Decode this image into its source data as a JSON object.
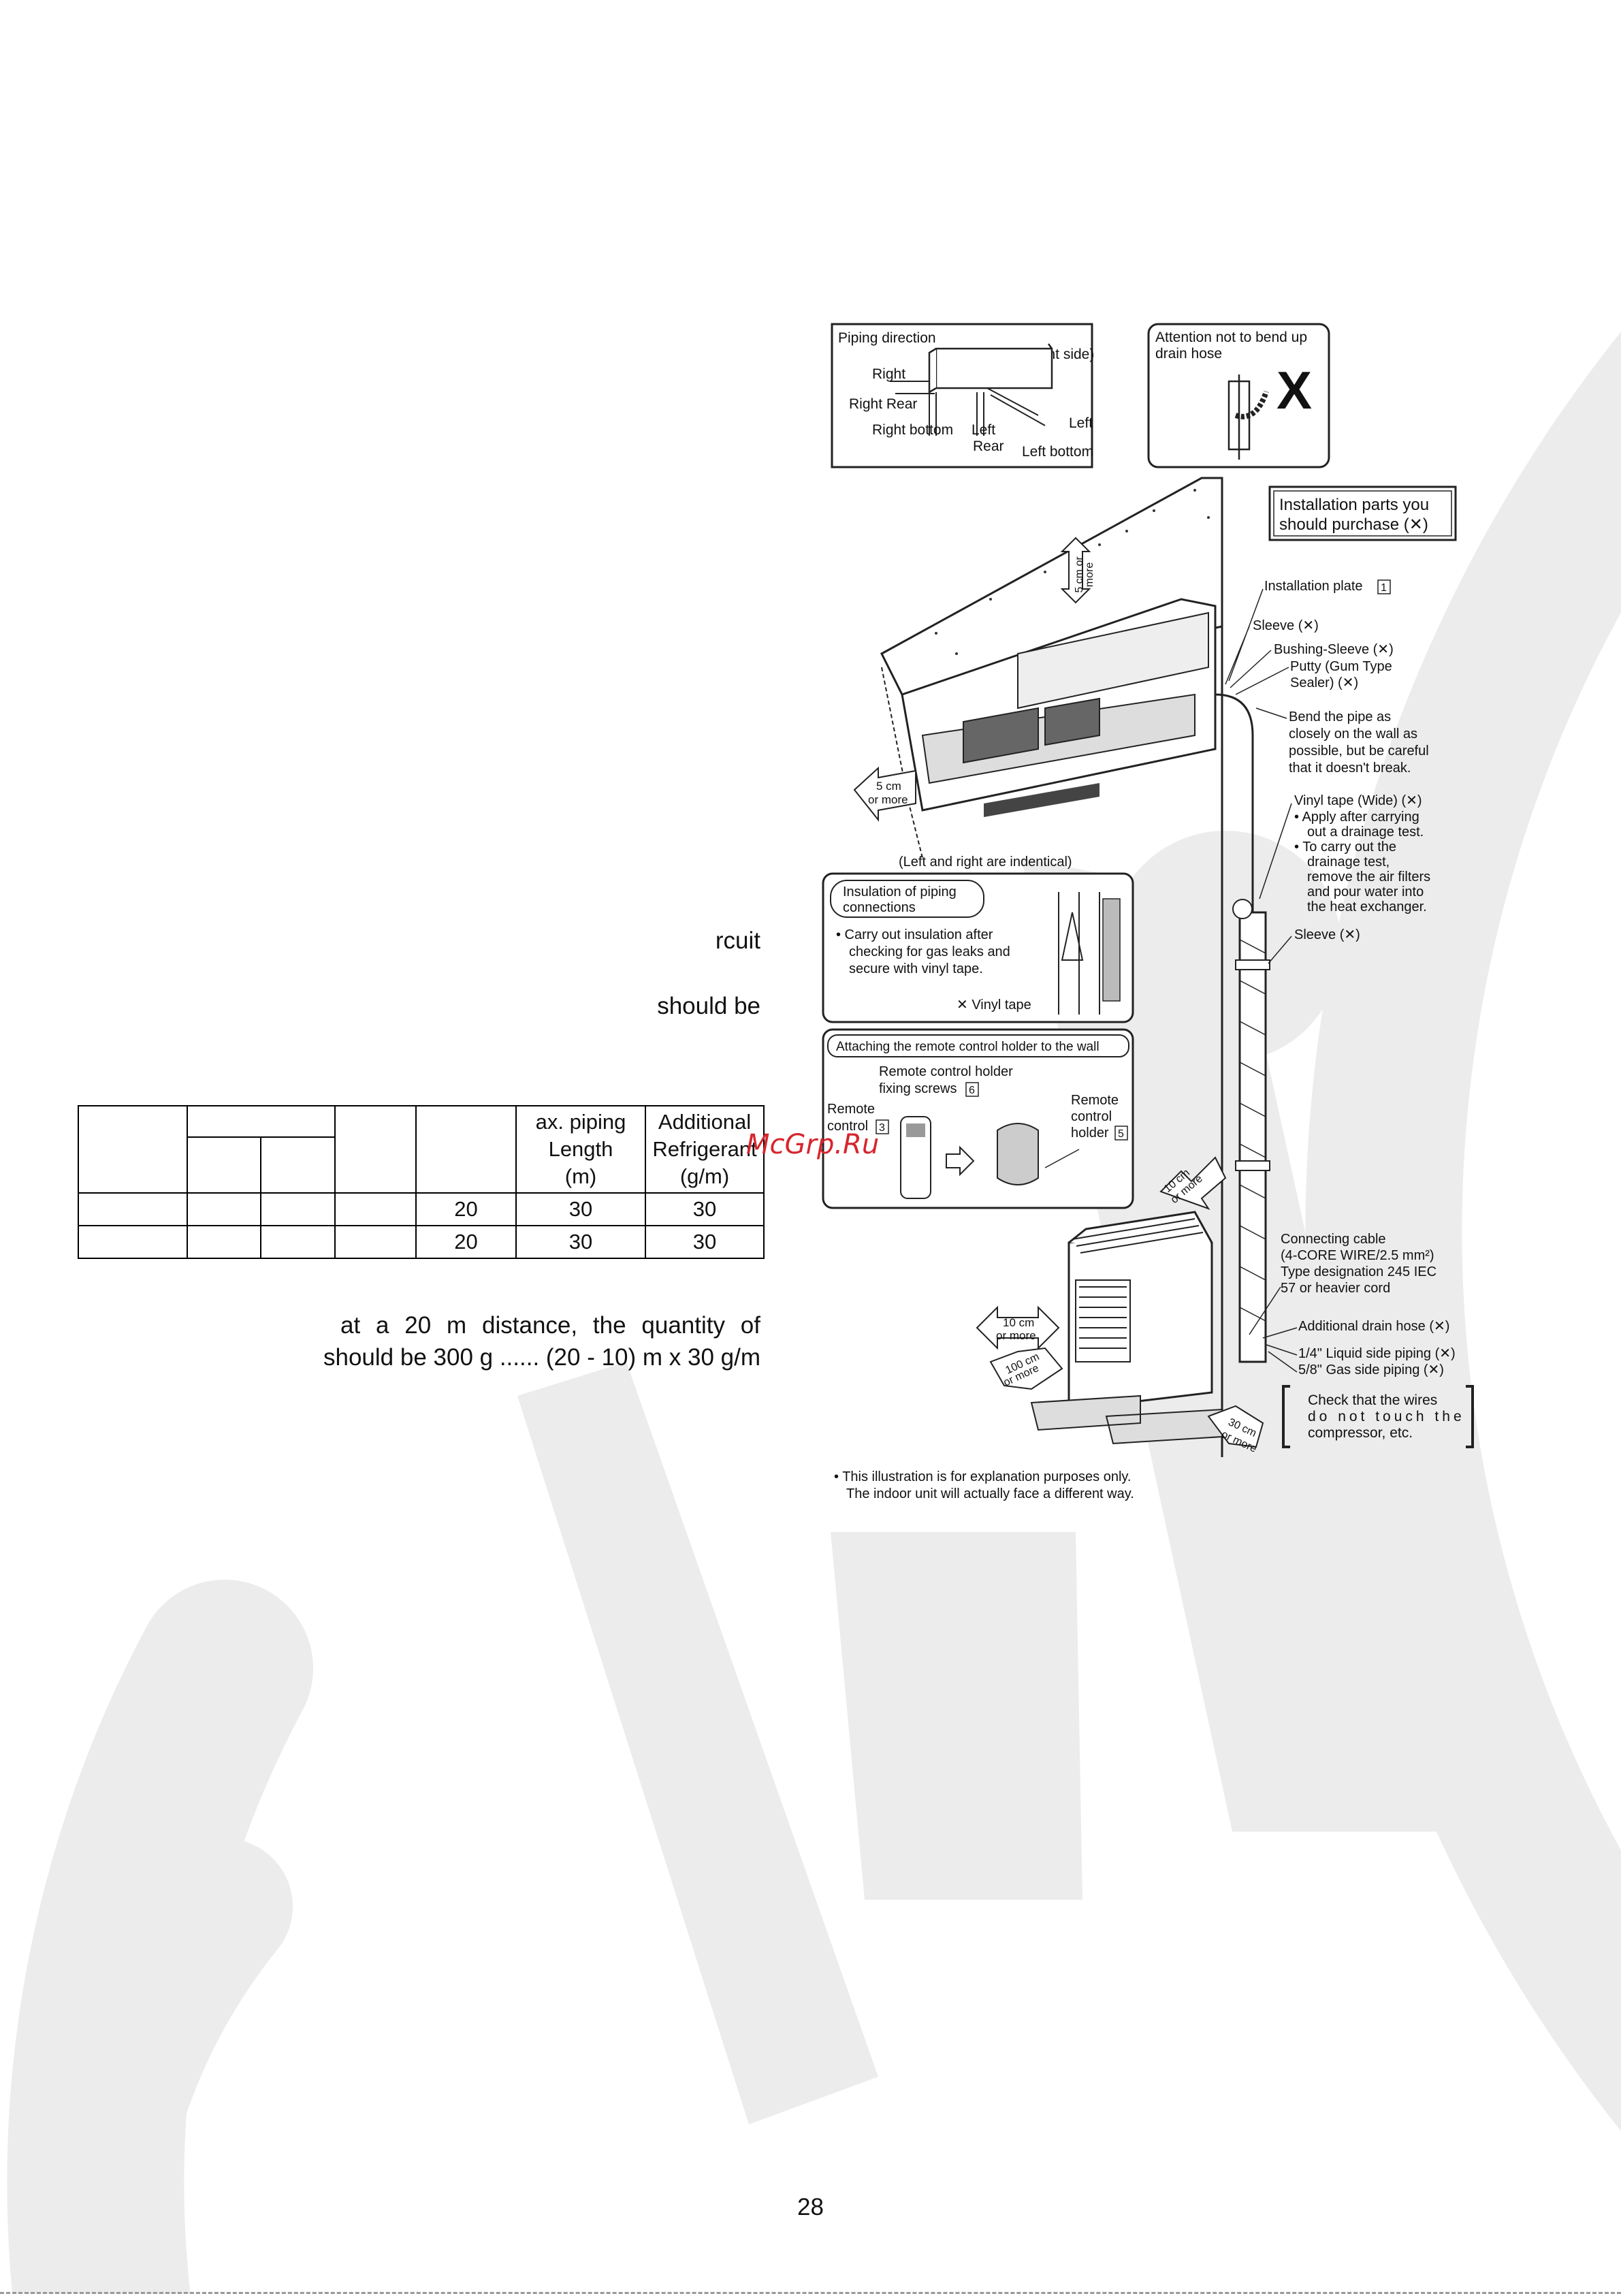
{
  "page": {
    "fragment_circuit": "rcuit",
    "fragment_should_be": "should be",
    "example_line1": "at a 20 m distance, the quantity of",
    "example_line2": "should be 300 g ...... (20 - 10) m x 30 g/m",
    "page_number": "28",
    "watermark": "McGrp.Ru"
  },
  "table": {
    "header_max_piping": [
      "ax. piping",
      "Length",
      "(m)"
    ],
    "header_additional": [
      "Additional",
      "Refrigerant",
      "(g/m)"
    ],
    "rows": [
      {
        "col5": "20",
        "col6": "30",
        "col7": "30"
      },
      {
        "col5": "20",
        "col6": "30",
        "col7": "30"
      }
    ]
  },
  "figure": {
    "piping_direction": {
      "title": "Piping direction",
      "front_side": "(Front side)",
      "right": "Right",
      "right_rear": "Right Rear",
      "right_bottom": "Right bottom",
      "left_rear_1": "Left",
      "left_rear_2": "Rear",
      "left": "Left",
      "left_bottom": "Left bottom"
    },
    "attention": {
      "line1": "Attention not to bend up",
      "line2": "drain hose",
      "mark": "X"
    },
    "purchase": {
      "line1": "Installation parts you",
      "line2": "should purchase (✕)"
    },
    "labels": {
      "installation_plate": "Installation plate",
      "installation_plate_num": "1",
      "sleeve_top": "Sleeve (✕)",
      "bushing_sleeve": "Bushing-Sleeve (✕)",
      "putty_1": "Putty (Gum Type",
      "putty_2": "Sealer) (✕)",
      "bend_1": "Bend the pipe as",
      "bend_2": "closely on the wall as",
      "bend_3": "possible, but be careful",
      "bend_4": "that it doesn't break.",
      "vinyl_1": "Vinyl tape (Wide) (✕)",
      "vinyl_2": "• Apply after carrying",
      "vinyl_3": "out a drainage test.",
      "vinyl_4": "• To carry out the",
      "vinyl_5": "drainage test,",
      "vinyl_6": "remove the air filters",
      "vinyl_7": "and pour water into",
      "vinyl_8": "the heat exchanger.",
      "sleeve_mid": "Sleeve (✕)",
      "five_cm_top_1": "5 cm or",
      "five_cm_top_2": "more",
      "five_cm_left_1": "5 cm",
      "five_cm_left_2": "or more",
      "left_right_identical": "(Left and right are indentical)",
      "cable_1": "Connecting cable",
      "cable_2": "(4-CORE WIRE/2.5 mm²)",
      "cable_3": "Type designation 245 IEC",
      "cable_4": "57 or heavier cord",
      "add_drain": "Additional drain hose (✕)",
      "liquid": "1/4\" Liquid side piping (✕)",
      "gas": "5/8\" Gas side piping (✕)",
      "check_1": "Check that the wires",
      "check_2": "do not touch the",
      "check_3": "compressor, etc.",
      "ten_cm_a_1": "10 cm",
      "ten_cm_a_2": "or more",
      "ten_cm_b_1": "10 cm",
      "ten_cm_b_2": "or more",
      "hundred_cm_1": "100 cm",
      "hundred_cm_2": "or more",
      "thirty_cm_1": "30 cm",
      "thirty_cm_2": "or more",
      "note_1": "• This illustration is for explanation purposes only.",
      "note_2": "The indoor unit will actually face a different way."
    },
    "insulation": {
      "title_1": "Insulation of piping",
      "title_2": "connections",
      "body_1": "• Carry out insulation after",
      "body_2": "checking for gas leaks and",
      "body_3": "secure with vinyl tape.",
      "vinyl_tape": "✕ Vinyl tape"
    },
    "remote": {
      "title": "Attaching the remote control holder to the wall",
      "screws_1": "Remote control holder",
      "screws_2": "fixing screws",
      "screws_num": "6",
      "control_1": "Remote",
      "control_2": "control",
      "control_num": "3",
      "holder_1": "Remote",
      "holder_2": "control",
      "holder_3": "holder",
      "holder_num": "5"
    }
  },
  "colors": {
    "background_logo": "#e8e8e8",
    "watermark": "#d6262d"
  }
}
